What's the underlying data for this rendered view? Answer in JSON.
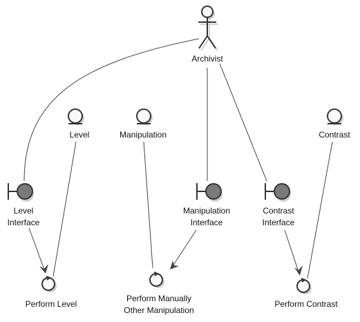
{
  "diagram": {
    "actor": {
      "label": "Archivist",
      "icon": "stick-figure-actor-icon"
    },
    "entities": [
      {
        "id": "level",
        "label": "Level",
        "icon": "entity-icon"
      },
      {
        "id": "manipulation",
        "label": "Manipulation",
        "icon": "entity-icon"
      },
      {
        "id": "contrast",
        "label": "Contrast",
        "icon": "entity-icon"
      }
    ],
    "boundaries": [
      {
        "id": "level-interface",
        "label_lines": [
          "Level",
          "Interface"
        ],
        "icon": "boundary-icon"
      },
      {
        "id": "manipulation-interface",
        "label_lines": [
          "Manipulation",
          "Interface"
        ],
        "icon": "boundary-icon"
      },
      {
        "id": "contrast-interface",
        "label_lines": [
          "Contrast",
          "Interface"
        ],
        "icon": "boundary-icon"
      }
    ],
    "controls": [
      {
        "id": "perform-level",
        "label_lines": [
          "Perform Level"
        ],
        "icon": "control-icon"
      },
      {
        "id": "perform-manipulation",
        "label_lines": [
          "Perform Manually",
          "Other Manipulation"
        ],
        "icon": "control-icon"
      },
      {
        "id": "perform-contrast",
        "label_lines": [
          "Perform Contrast"
        ],
        "icon": "control-icon"
      }
    ],
    "colors": {
      "entity_fill": "#f8f8f8",
      "boundary_fill": "#7a7a7a",
      "control_fill": "#f8f8f8",
      "stroke": "#333333",
      "edge": "#444444"
    }
  }
}
